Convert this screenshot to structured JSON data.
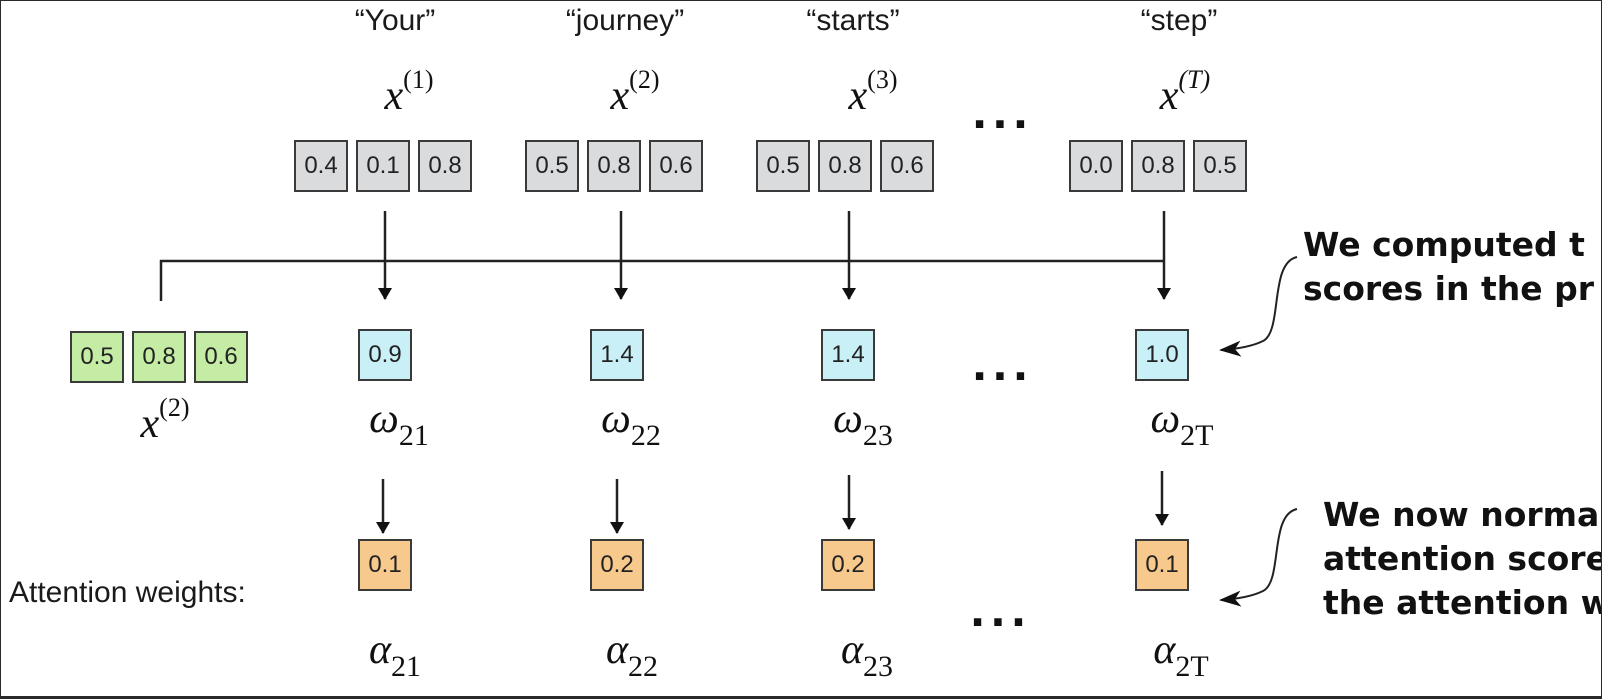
{
  "tokens": [
    {
      "word": "“Your”",
      "x_base": "x",
      "x_sup": "(1)",
      "values": [
        "0.4",
        "0.1",
        "0.8"
      ],
      "omega_base": "ω",
      "omega_sub": "21",
      "score": "0.9",
      "alpha_base": "α",
      "alpha_sub": "21",
      "weight": "0.1"
    },
    {
      "word": "“journey”",
      "x_base": "x",
      "x_sup": "(2)",
      "values": [
        "0.5",
        "0.8",
        "0.6"
      ],
      "omega_base": "ω",
      "omega_sub": "22",
      "score": "1.4",
      "alpha_base": "α",
      "alpha_sub": "22",
      "weight": "0.2"
    },
    {
      "word": "“starts”",
      "x_base": "x",
      "x_sup": "(3)",
      "values": [
        "0.5",
        "0.8",
        "0.6"
      ],
      "omega_base": "ω",
      "omega_sub": "23",
      "score": "1.4",
      "alpha_base": "α",
      "alpha_sub": "23",
      "weight": "0.2"
    },
    {
      "word": "“step”",
      "x_base": "x",
      "x_sup": "(T)",
      "values": [
        "0.0",
        "0.8",
        "0.5"
      ],
      "omega_base": "ω",
      "omega_sub": "2T",
      "score": "1.0",
      "alpha_base": "α",
      "alpha_sub": "2T",
      "weight": "0.1"
    }
  ],
  "query": {
    "x_base": "x",
    "x_sup": "(2)",
    "values": [
      "0.5",
      "0.8",
      "0.6"
    ]
  },
  "ellipsis": "...",
  "attention_label": "Attention weights:",
  "notes": {
    "computed": "We computed t\nscores in the pr",
    "normalize": "We now norma\nattention score\nthe attention w"
  },
  "colors": {
    "input_cell": "#d9dbdc",
    "query_cell": "#c4eca4",
    "score_cell": "#c8f0f6",
    "weight_cell": "#f7c98c"
  }
}
